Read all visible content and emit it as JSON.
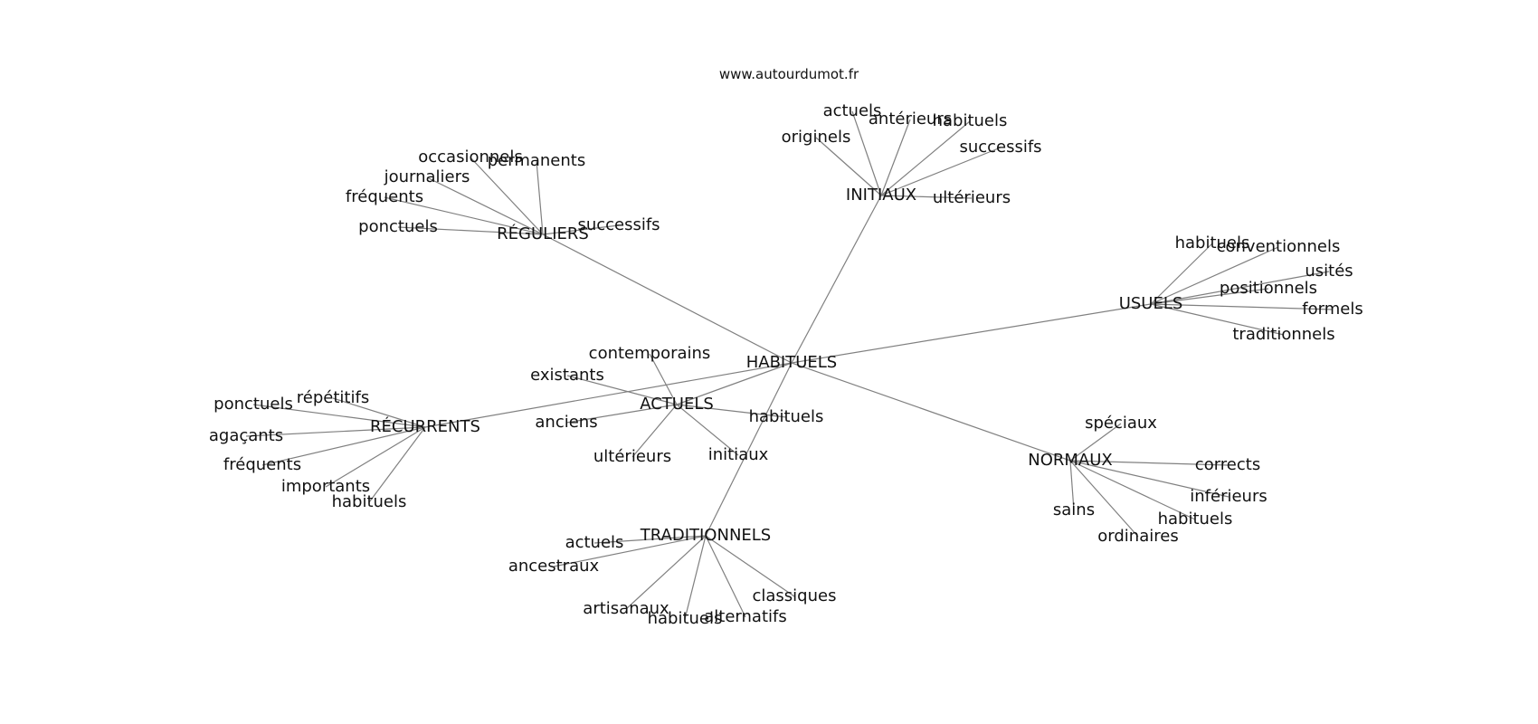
{
  "watermark": "www.autourdumot.fr",
  "graph": {
    "center": "HABITUELS",
    "clusters": [
      {
        "id": "reguliers",
        "label": "RÉGULIERS",
        "children": [
          "occasionnels",
          "permanents",
          "journaliers",
          "fréquents",
          "ponctuels",
          "successifs"
        ]
      },
      {
        "id": "initiaux",
        "label": "INITIAUX",
        "children": [
          "actuels",
          "antérieurs",
          "habituels",
          "successifs",
          "ultérieurs",
          "originels"
        ]
      },
      {
        "id": "usuels",
        "label": "USUELS",
        "children": [
          "habituels",
          "conventionnels",
          "usités",
          "positionnels",
          "formels",
          "traditionnels"
        ]
      },
      {
        "id": "actuels",
        "label": "ACTUELS",
        "children": [
          "contemporains",
          "existants",
          "anciens",
          "ultérieurs",
          "initiaux",
          "habituels"
        ]
      },
      {
        "id": "recurrents",
        "label": "RÉCURRENTS",
        "children": [
          "ponctuels",
          "répétitifs",
          "agaçants",
          "fréquents",
          "importants",
          "habituels"
        ]
      },
      {
        "id": "normaux",
        "label": "NORMAUX",
        "children": [
          "spéciaux",
          "corrects",
          "inférieurs",
          "sains",
          "habituels",
          "ordinaires"
        ]
      },
      {
        "id": "traditionnels",
        "label": "TRADITIONNELS",
        "children": [
          "actuels",
          "ancestraux",
          "artisanaux",
          "habituels",
          "alternatifs",
          "classiques"
        ]
      }
    ]
  }
}
